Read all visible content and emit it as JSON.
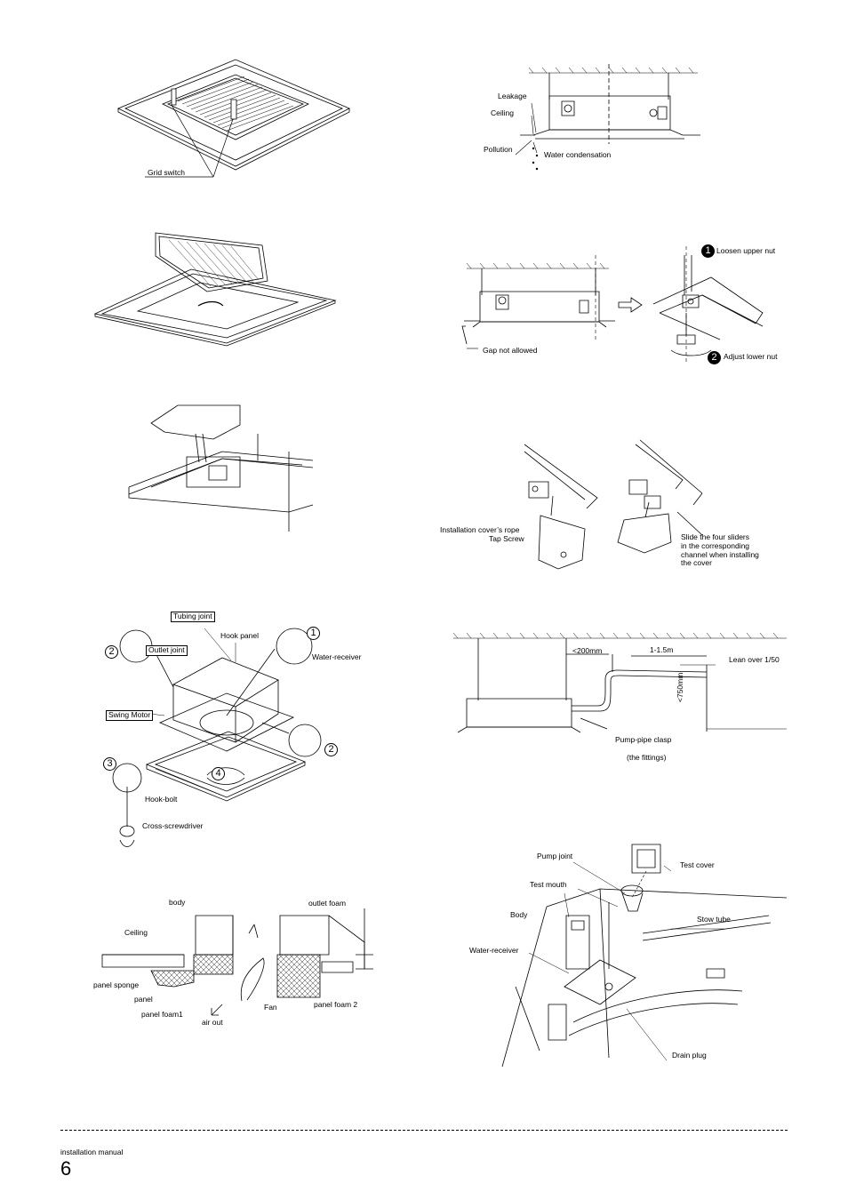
{
  "figures": {
    "grid_switch": {
      "label": "Grid switch"
    },
    "leakage": {
      "leakage": "Leakage",
      "ceiling": "Ceiling",
      "pollution": "Pollution",
      "condensation": "Water condensation"
    },
    "level": {
      "gap": "Gap not allowed",
      "step1_num": "1",
      "step1": "Loosen upper nut",
      "step2_num": "2",
      "step2": "Adjust lower nut"
    },
    "cover": {
      "rope": "Installation cover’s rope",
      "screw": "Tap Screw",
      "slide": "Slide the four sliders\nin the corresponding\nchannel when installing\nthe cover"
    },
    "panel": {
      "tubing": "Tubing joint",
      "hook_panel": "Hook panel",
      "outlet": "Outlet joint",
      "water_receiver": "Water-receiver",
      "swing": "Swing Motor",
      "hook_bolt": "Hook-bolt",
      "screwdriver": "Cross-screwdriver",
      "n1": "1",
      "n2a": "2",
      "n2b": "2",
      "n3": "3",
      "n4": "4"
    },
    "drain": {
      "d200": "<200mm",
      "d15": "1-1.5m",
      "lean": "Lean over 1/50",
      "h750": "<750mm",
      "clasp": "Pump-pipe clasp",
      "fittings": "(the fittings)"
    },
    "foam": {
      "body": "body",
      "outlet_foam": "outlet foam",
      "ceiling": "Ceiling",
      "sponge": "panel sponge",
      "panel": "panel",
      "foam1": "panel foam1",
      "air_out": "air out",
      "fan": "Fan",
      "foam2": "panel foam 2"
    },
    "pump": {
      "pump_joint": "Pump joint",
      "test_cover": "Test cover",
      "test_mouth": "Test mouth",
      "body": "Body",
      "stow": "Stow tube",
      "water_receiver": "Water-receiver",
      "drain_plug": "Drain plug"
    }
  },
  "footer": {
    "text": "installation manual",
    "page": "6"
  }
}
